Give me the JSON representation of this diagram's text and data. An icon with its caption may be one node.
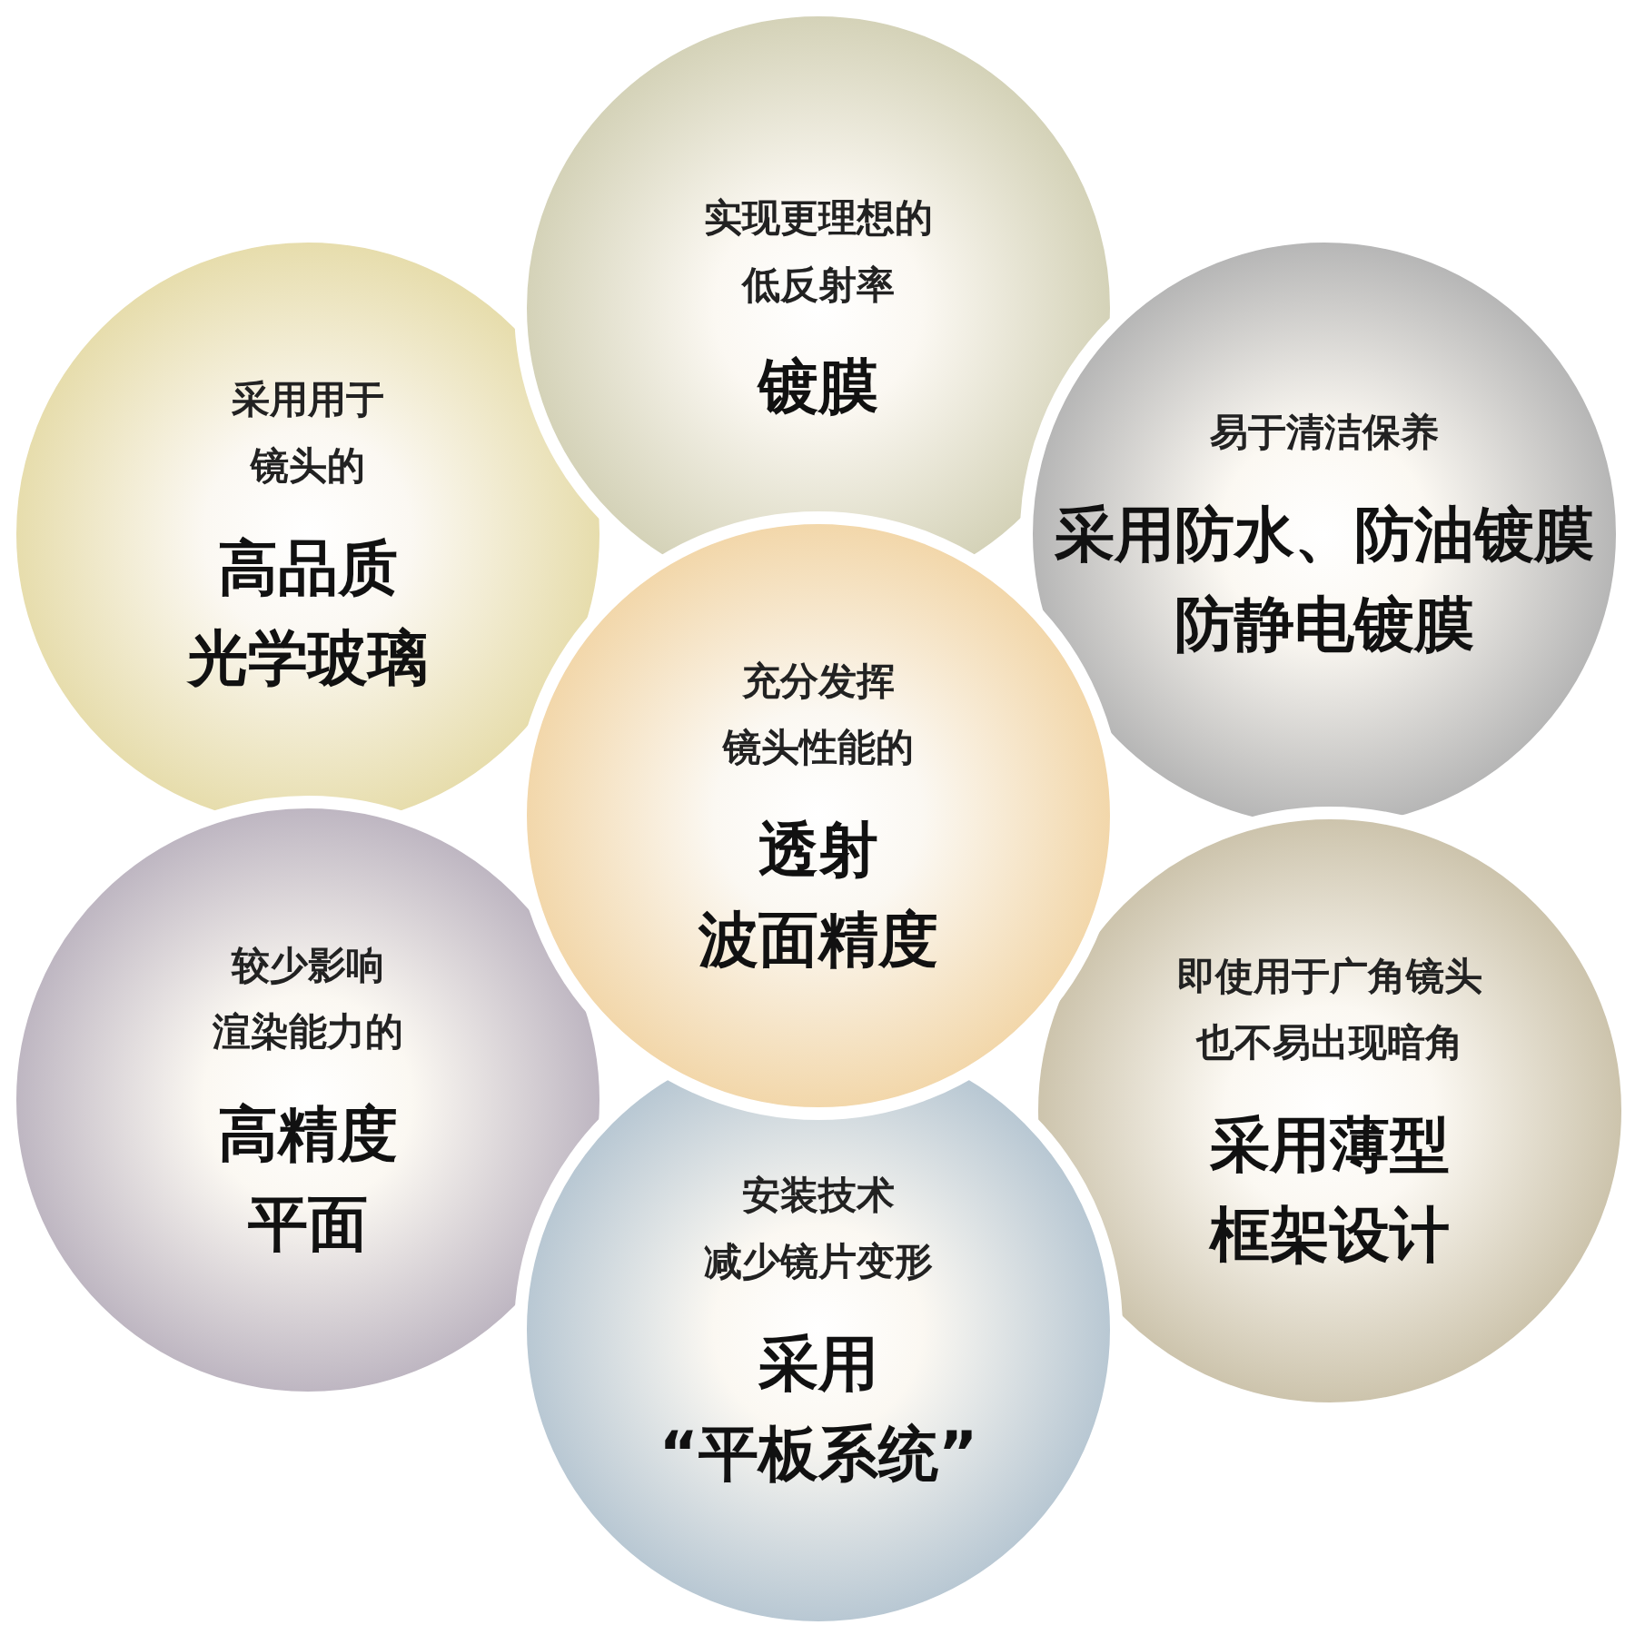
{
  "diagram": {
    "nodes": [
      {
        "text": [
          "实现更理想的低反射率",
          "镀膜"
        ]
      },
      {
        "text": [
          "采用用于镜头的",
          "高品质光学玻璃"
        ]
      },
      {
        "text": [
          "易于清洁保养",
          "采用防水、防油镀膜防静电镀膜"
        ]
      },
      {
        "text": [
          "充分发挥镜头性能的",
          "透射波面精度"
        ]
      },
      {
        "text": [
          "较少影响渲染能力的",
          "高精度平面"
        ]
      },
      {
        "text": [
          "即使用于广角镜头也不易出现暗角",
          "采用薄型框架设计"
        ]
      },
      {
        "text": [
          "安装技术减少镜片变形",
          "采用“平板系统”"
        ]
      }
    ]
  }
}
